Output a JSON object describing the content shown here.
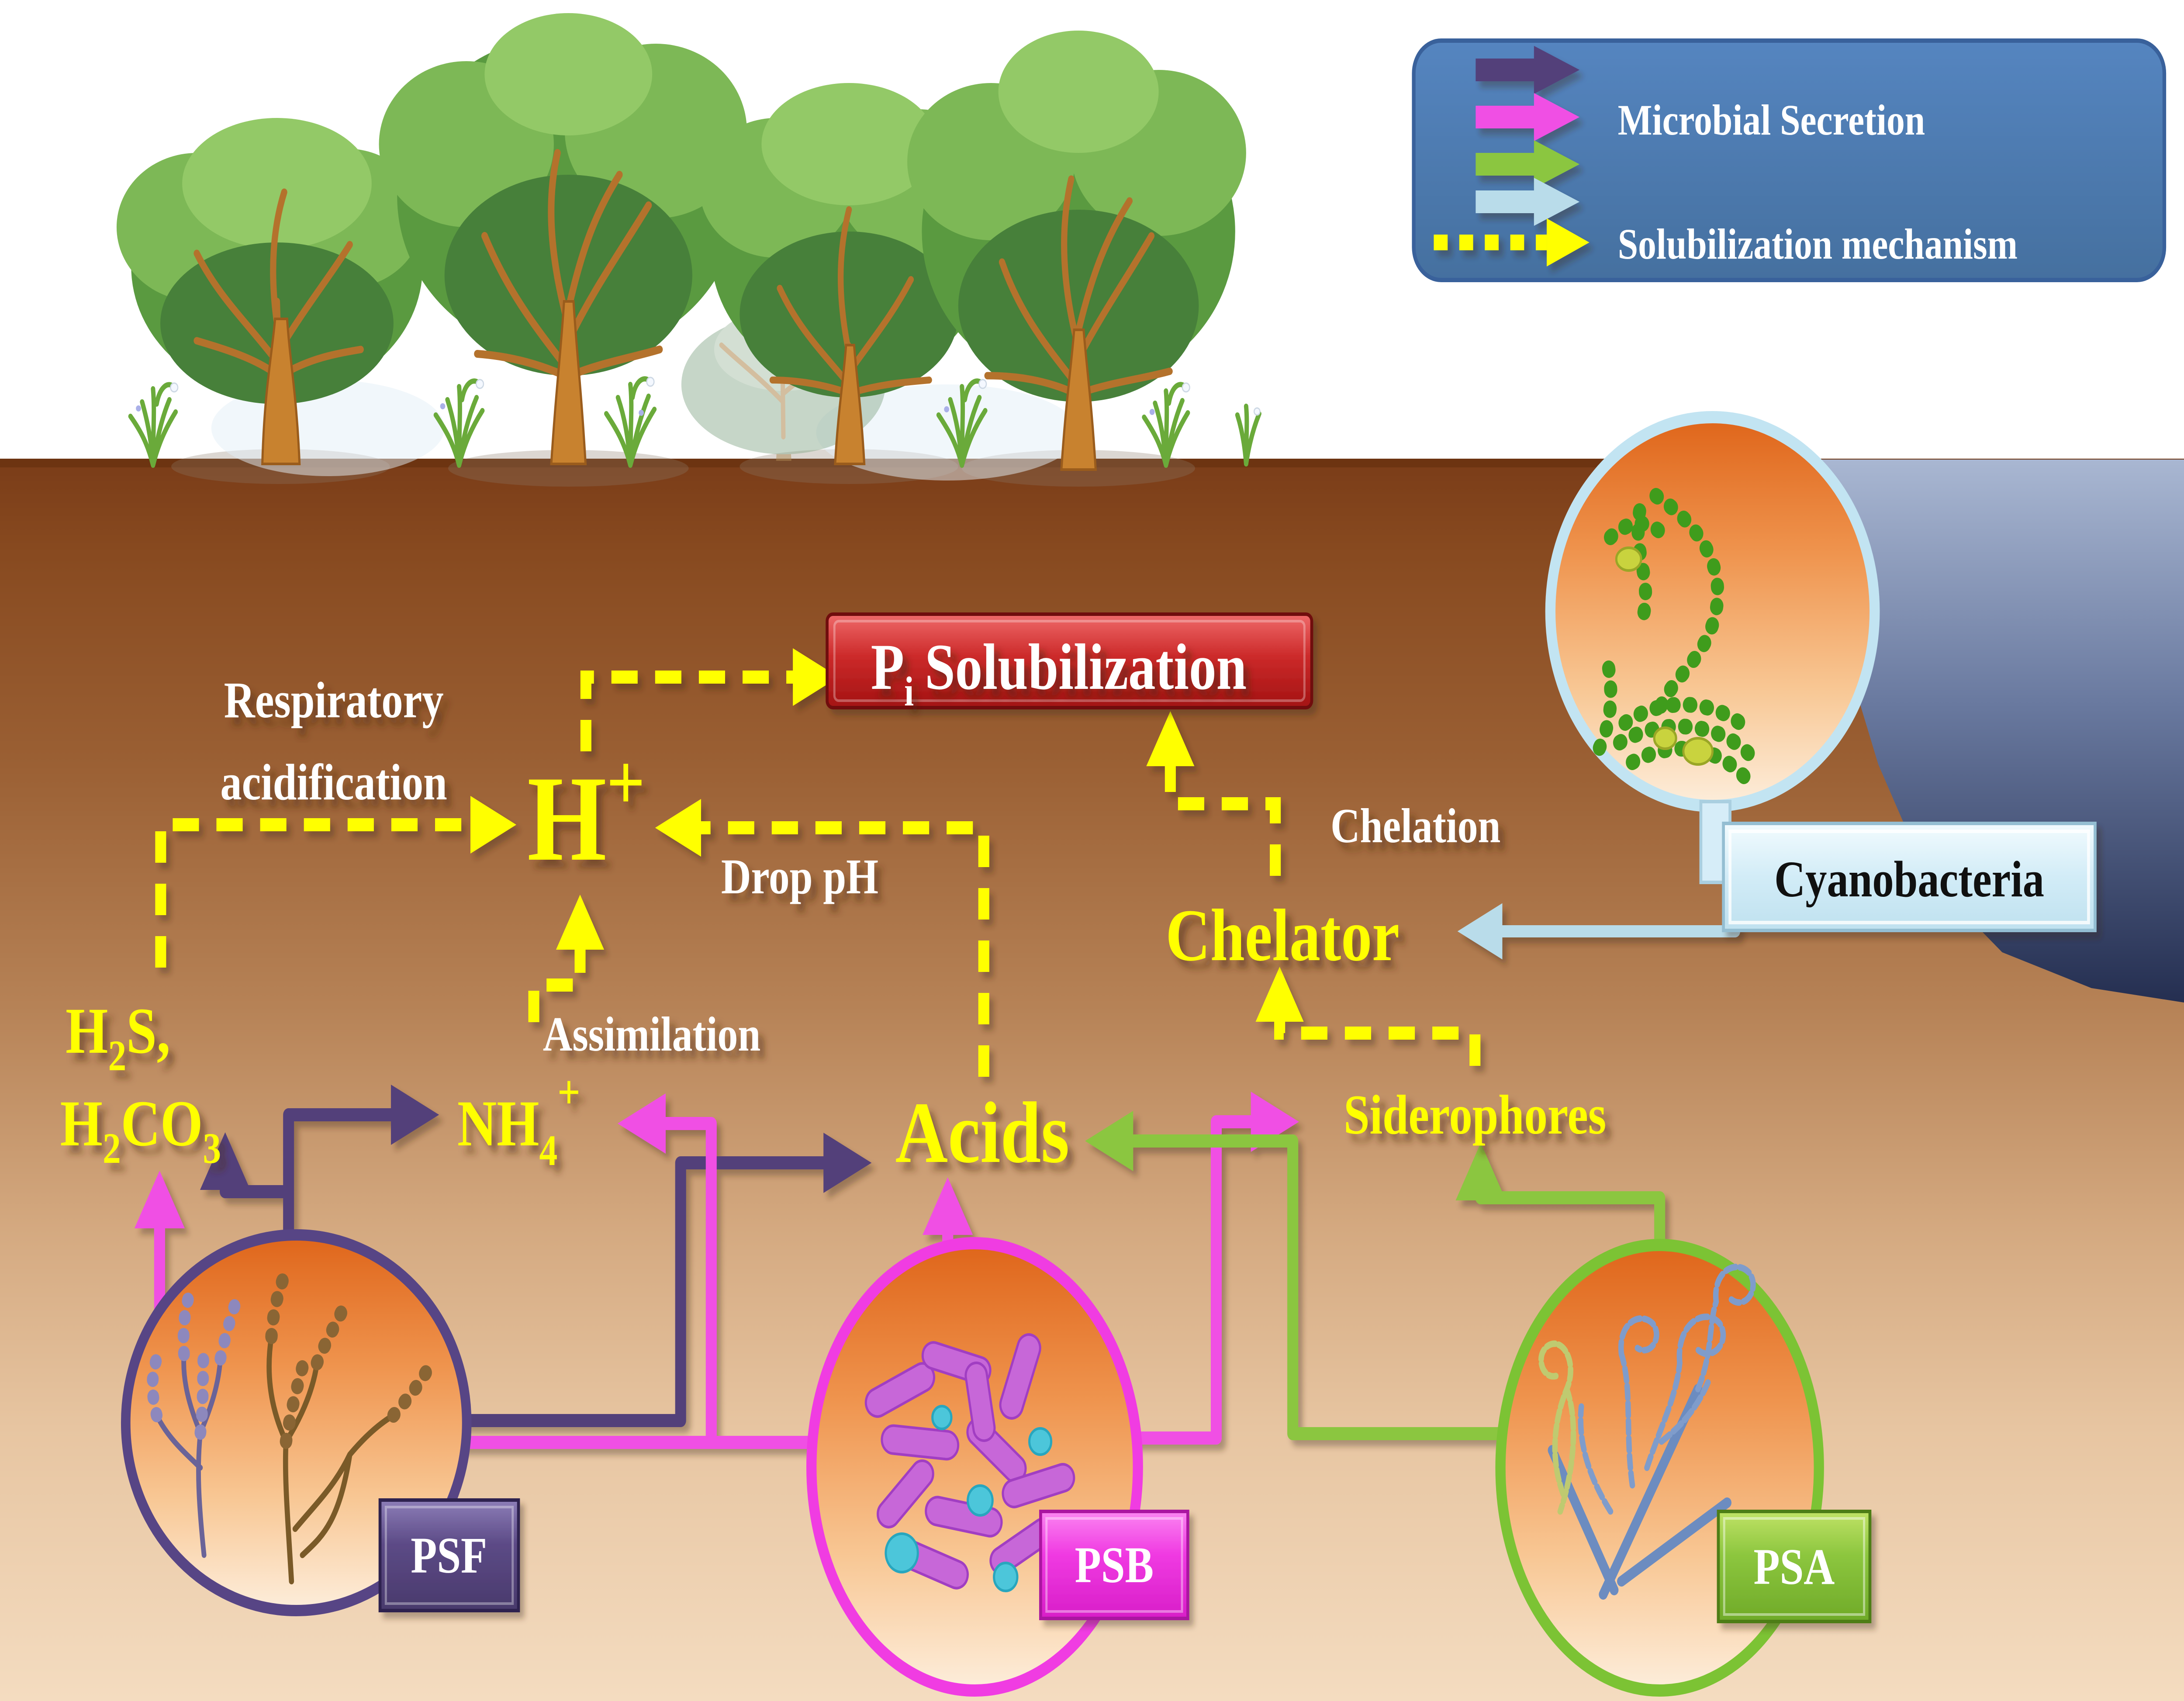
{
  "legend": {
    "microbial_secretion": "Microbial Secretion",
    "solubilization_mechanism": "Solubilization mechanism",
    "arrow_meanings": [
      {
        "name": "psf-secretion-arrow",
        "color": "#4a3566"
      },
      {
        "name": "psb-secretion-arrow",
        "color": "#f465e8"
      },
      {
        "name": "psa-secretion-arrow",
        "color": "#93c83e"
      },
      {
        "name": "cyanobacteria-secretion-arrow",
        "color": "#b9dcea"
      },
      {
        "name": "solubilization-mechanism-arrow",
        "color": "#ffff00",
        "style": "dotted"
      }
    ]
  },
  "nodes": {
    "pi": {
      "p": "P",
      "sub": "i",
      "rest": "Solubilization"
    },
    "h_plus": {
      "base": "H",
      "sup": "+"
    },
    "h2s": {
      "p1": "H",
      "p2": "2",
      "p3": "S,"
    },
    "h2co3": {
      "p1": "H",
      "p2": "2",
      "p3": "CO",
      "p4": "3"
    },
    "nh4": {
      "p1": "NH",
      "p2": "4",
      "p3": "+"
    },
    "acids": "Acids",
    "chelator": "Chelator",
    "siderophores": "Siderophores",
    "cyanobacteria": "Cyanobacteria",
    "psf": "PSF",
    "psb": "PSB",
    "psa": "PSA"
  },
  "processes": {
    "respiratory_line1": "Respiratory",
    "respiratory_line2": "acidification",
    "drop_ph": "Drop pH",
    "assimilation": "Assimilation",
    "chelation": "Chelation"
  },
  "colors": {
    "psf_purple": "#53407a",
    "psb_pink": "#f050e4",
    "psa_green": "#8bc63f",
    "cyano_blue": "#b9dcea",
    "mechanism_yellow": "#ffff00",
    "legend_blue": "#4e7cb6",
    "pi_box_red": "#c32222",
    "soil_dark": "#7a3c18",
    "soil_light": "#f4dcc0",
    "water_dark": "#242e50"
  }
}
